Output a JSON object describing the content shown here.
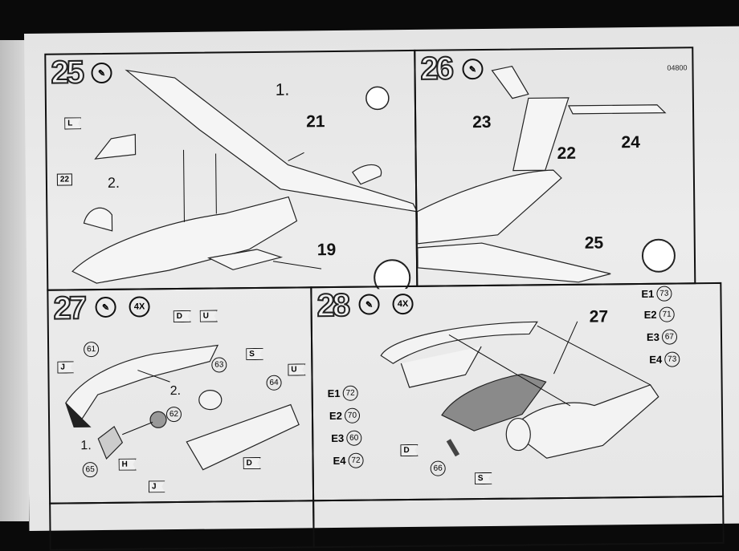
{
  "page_code": "04800",
  "steps": [
    {
      "number": "25",
      "labels": {
        "sub1": "1.",
        "sub2": "2.",
        "part_wing": "21",
        "part_gear": "19"
      },
      "tags": {
        "canopy_color": "L",
        "canopy_part": "22"
      }
    },
    {
      "number": "26",
      "labels": {
        "p23": "23",
        "p22": "22",
        "p24": "24",
        "p25": "25"
      }
    },
    {
      "number": "27",
      "quantity": "4X",
      "labels": {
        "sub1": "1.",
        "sub2": "2."
      },
      "tags": {
        "d_top": "D",
        "u_top": "U",
        "s": "S",
        "u_right": "U",
        "j_left": "J",
        "h": "H",
        "d_bottom": "D",
        "j_bottom": "J"
      },
      "parts": {
        "p61": "61",
        "p62": "62",
        "p63": "63",
        "p64": "64",
        "p65": "65"
      }
    },
    {
      "number": "28",
      "quantity": "4X",
      "labels": {
        "p27": "27"
      },
      "tags": {
        "d": "D",
        "s": "S"
      },
      "parts": {
        "p66": "66"
      },
      "engines_right": [
        {
          "e": "E1",
          "part": "73"
        },
        {
          "e": "E2",
          "part": "71"
        },
        {
          "e": "E3",
          "part": "67"
        },
        {
          "e": "E4",
          "part": "73"
        }
      ],
      "engines_left": [
        {
          "e": "E1",
          "part": "72"
        },
        {
          "e": "E2",
          "part": "70"
        },
        {
          "e": "E3",
          "part": "60"
        },
        {
          "e": "E4",
          "part": "72"
        }
      ]
    }
  ]
}
